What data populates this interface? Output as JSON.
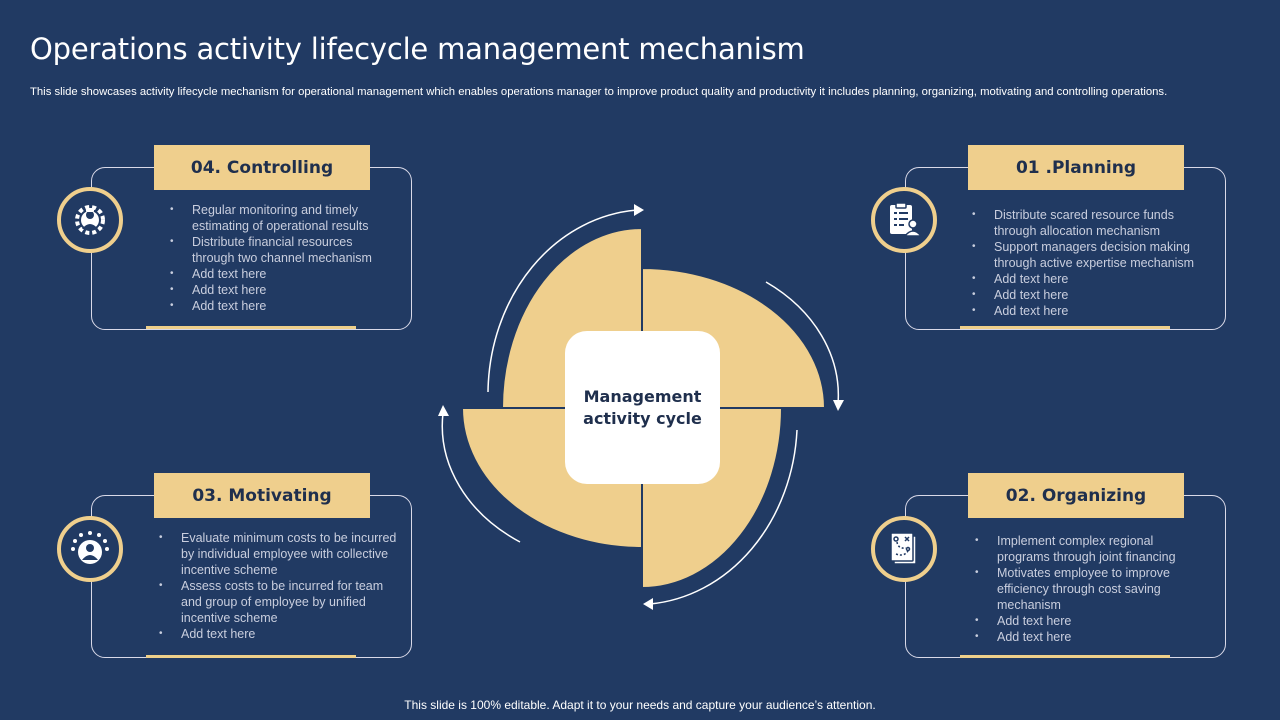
{
  "header": {
    "title": "Operations activity lifecycle management mechanism",
    "subtitle": "This slide showcases activity lifecycle mechanism for operational management which enables operations manager to improve product quality and productivity it includes planning, organizing, motivating and controlling operations."
  },
  "center": {
    "line1": "Management",
    "line2": "activity cycle"
  },
  "sections": {
    "planning": {
      "label": "01 .Planning",
      "icon": "checklist-person-icon",
      "items": [
        "Distribute scared resource funds through allocation mechanism",
        "Support managers decision making through active expertise mechanism",
        "Add text here",
        "Add text here",
        "Add text here"
      ]
    },
    "organizing": {
      "label": "02. Organizing",
      "icon": "strategy-document-icon",
      "items": [
        "Implement complex regional programs through joint financing",
        "Motivates employee to improve efficiency through cost saving mechanism",
        "Add text here",
        "Add text here"
      ]
    },
    "motivating": {
      "label": "03. Motivating",
      "icon": "star-person-icon",
      "items": [
        "Evaluate minimum costs to be incurred by individual employee with collective incentive scheme",
        "Assess costs to be incurred for team and group of employee by unified incentive scheme",
        "Add text here"
      ]
    },
    "controlling": {
      "label": "04. Controlling",
      "icon": "person-gear-icon",
      "items": [
        "Regular monitoring and timely estimating of operational results",
        "Distribute financial resources through two channel mechanism",
        "Add text here",
        "Add text here",
        "Add text here"
      ]
    }
  },
  "footer": {
    "text": "This slide is 100% editable. Adapt it to your needs and capture your audience’s attention."
  },
  "colors": {
    "background": "#213a63",
    "accent": "#efcf8d",
    "outline": "#d9d9e8",
    "text_muted": "#c9cede",
    "label_text": "#1f2f4d"
  }
}
